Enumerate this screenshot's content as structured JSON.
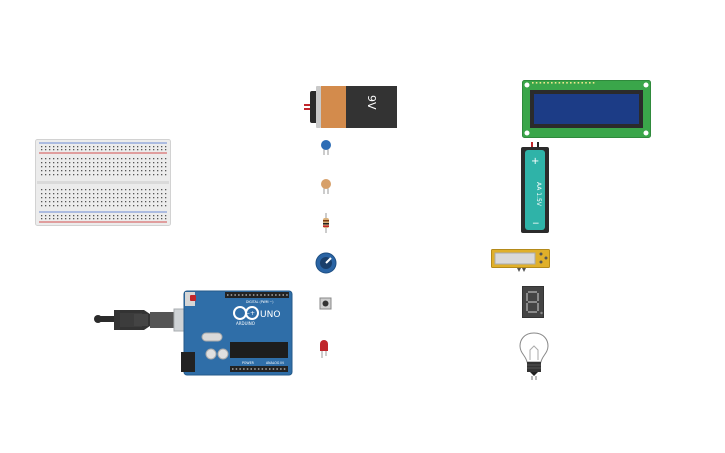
{
  "canvas": {
    "background": "#ffffff"
  },
  "components": {
    "breadboard": {
      "kind": "breadboard"
    },
    "arduino": {
      "kind": "microcontroller-board",
      "logo_text": "UNO",
      "brand_text": "ARDUINO",
      "digital_header_text": "DIGITAL (PWM ~)",
      "power_header_text": "POWER",
      "analog_header_text": "ANALOG IN",
      "board_color": "#2f6ea8"
    },
    "usb_cable": {
      "kind": "usb-cable"
    },
    "battery_9v": {
      "kind": "battery",
      "label": "9V",
      "wrap_color": "#d38b4c"
    },
    "capacitor_blue": {
      "kind": "capacitor",
      "color": "#2d6db5"
    },
    "capacitor_ceramic": {
      "kind": "capacitor",
      "color": "#d7a06a"
    },
    "resistor": {
      "kind": "resistor"
    },
    "potentiometer": {
      "kind": "potentiometer",
      "color": "#2a64a4"
    },
    "pushbutton": {
      "kind": "pushbutton"
    },
    "led_red": {
      "kind": "led",
      "color": "#c0262b"
    },
    "lcd_16x2": {
      "kind": "lcd",
      "pcb_color": "#3aa64a",
      "screen_color": "#1c3c86"
    },
    "battery_aa": {
      "kind": "battery-holder",
      "label": "AA 1.5V",
      "plus": "+",
      "minus": "−",
      "color": "#2fb3a8"
    },
    "slide_potentiometer": {
      "kind": "slide-potentiometer",
      "color": "#e0b02a"
    },
    "seven_segment": {
      "kind": "seven-segment-display"
    },
    "light_bulb": {
      "kind": "incandescent-bulb"
    }
  }
}
